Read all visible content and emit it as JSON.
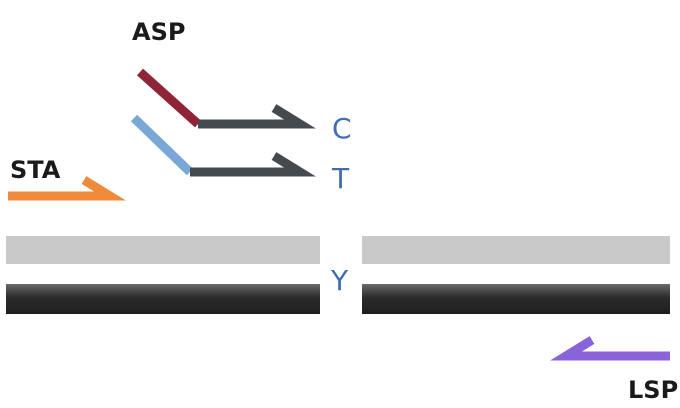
{
  "labels": {
    "asp": "ASP",
    "sta": "STA",
    "lsp": "LSP",
    "base_c": "C",
    "base_t": "T",
    "base_y": "Y"
  },
  "colors": {
    "label_text": "#1a1a1a",
    "base_text": "#3f6fb1",
    "primer_tail_dark": "#454a4f",
    "asp_c_tip": "#8e2436",
    "asp_t_tip": "#79a7d6",
    "sta_primer": "#ef8a3a",
    "lsp_primer": "#8a62d9",
    "strand_light": "#c8c9c8",
    "strand_dark": "#2b2b2b"
  }
}
